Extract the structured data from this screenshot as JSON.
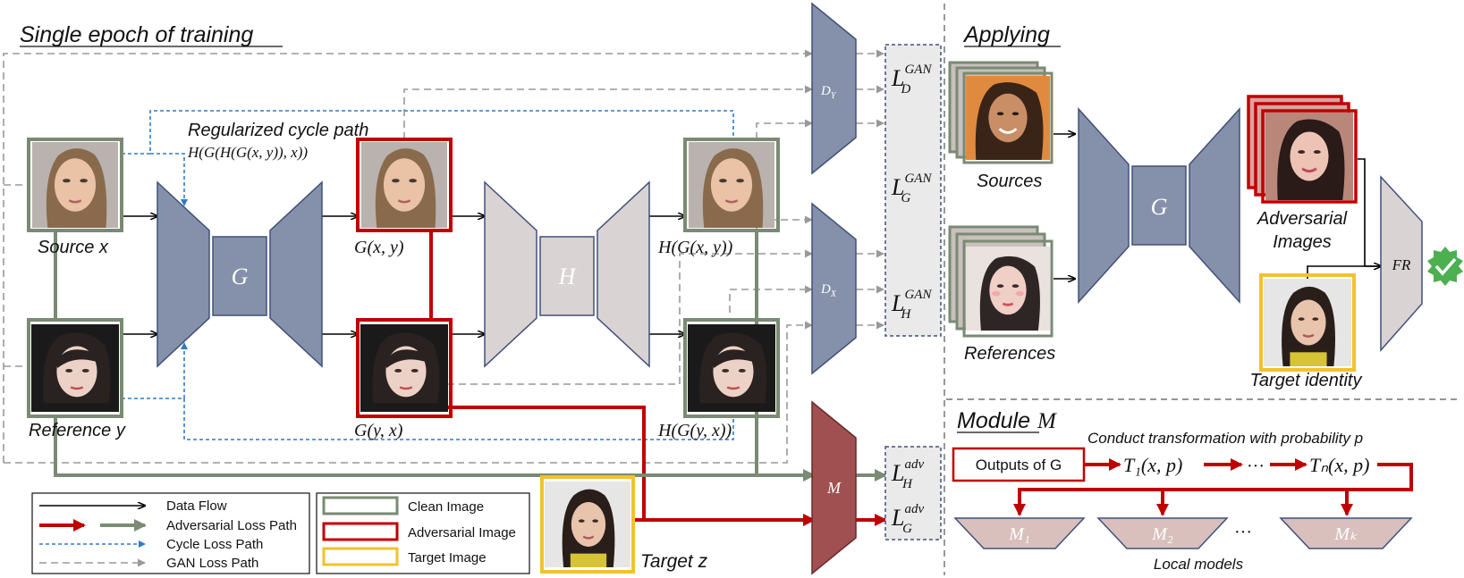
{
  "headings": {
    "training": "Single epoch of training",
    "applying": "Applying",
    "module_word": "Module",
    "module_symbol": "M"
  },
  "training": {
    "source_label": "Source x",
    "reference_label": "Reference y",
    "gen_g": "G",
    "gen_h": "H",
    "out_gxy": "G(x, y)",
    "out_gyx": "G(y, x)",
    "out_hgxy": "H(G(x, y))",
    "out_hgyx": "H(G(y, x))",
    "cycle_title": "Regularized cycle path",
    "cycle_formula": "H(G(H(G(x, y)), x))",
    "disc_y": "D_Y",
    "disc_x": "D_X",
    "module_m": "M",
    "target_label": "Target z"
  },
  "losses": {
    "gan": {
      "base": "L",
      "sup": "GAN",
      "subs": [
        "D",
        "G",
        "H"
      ]
    },
    "adv": {
      "base": "L",
      "sup": "adv",
      "subs": [
        "H",
        "G"
      ]
    }
  },
  "legend_flow": [
    {
      "label": "Data Flow",
      "style": "data"
    },
    {
      "label": "Adversarial Loss Path",
      "style": "adv"
    },
    {
      "label": "Cycle Loss Path",
      "style": "cycle"
    },
    {
      "label": "GAN Loss Path",
      "style": "gan"
    }
  ],
  "legend_images": [
    {
      "label": "Clean Image",
      "color": "#7a8a74"
    },
    {
      "label": "Adversarial Image",
      "color": "#c00000"
    },
    {
      "label": "Target Image",
      "color": "#f2c12e"
    }
  ],
  "applying": {
    "sources_label": "Sources",
    "references_label": "References",
    "gen_g": "G",
    "adv_label_1": "Adversarial",
    "adv_label_2": "Images",
    "target_label": "Target identity",
    "fr": "FR"
  },
  "module": {
    "caption": "Conduct  transformation with probability p",
    "outputs_box": "Outputs of G",
    "t1": "T₁(x, p)",
    "tn": "Tₙ(x, p)",
    "dots": "···",
    "models": [
      "M₁",
      "M₂",
      "Mₖ"
    ],
    "local_models": "Local models"
  },
  "colors": {
    "network": "#8591aa",
    "network_stroke": "#40507a",
    "network_light": "#dad3d3",
    "module_fill": "#a05050",
    "adv_red": "#c00000",
    "clean_green": "#7a8a74",
    "target_gold": "#f2c12e",
    "cycle_blue": "#2e7bc6",
    "gan_gray": "#999999",
    "local_model_fill": "#d9c0bc",
    "check_green": "#4caf50"
  },
  "icons": [
    "face-thumbnail-icon",
    "checkmark-badge-icon"
  ]
}
